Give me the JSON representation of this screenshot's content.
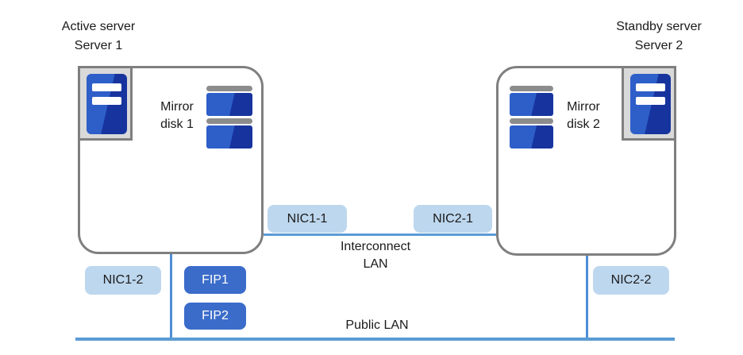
{
  "server1": {
    "role_label": "Active server",
    "name_label": "Server 1",
    "mirror_disk_label_line1": "Mirror",
    "mirror_disk_label_line2": "disk 1",
    "nic_interconnect_label": "NIC1-1",
    "nic_public_label": "NIC1-2"
  },
  "server2": {
    "role_label": "Standby server",
    "name_label": "Server 2",
    "mirror_disk_label_line1": "Mirror",
    "mirror_disk_label_line2": "disk 2",
    "nic_interconnect_label": "NIC2-1",
    "nic_public_label": "NIC2-2"
  },
  "floating_ips": {
    "fip1_label": "FIP1",
    "fip2_label": "FIP2"
  },
  "networks": {
    "interconnect_label_line1": "Interconnect",
    "interconnect_label_line2": "LAN",
    "public_label": "Public LAN"
  },
  "icons": {
    "server_icon": "server-tower",
    "mirror_disk_icon": "stacked-disks"
  },
  "colors": {
    "network_line_blue": "#5B9BD5",
    "nic_badge_fill": "#BDD7EE",
    "fip_badge_fill": "#3B6CCA",
    "server_border_gray": "#7F7F7F",
    "icon_frame_fill": "#D9D9D9",
    "icon_blue_light": "#2E5FC9",
    "icon_blue_dark": "#17349E",
    "disk_cap_gray": "#8C8C8C",
    "text": "#1A1A1A"
  }
}
